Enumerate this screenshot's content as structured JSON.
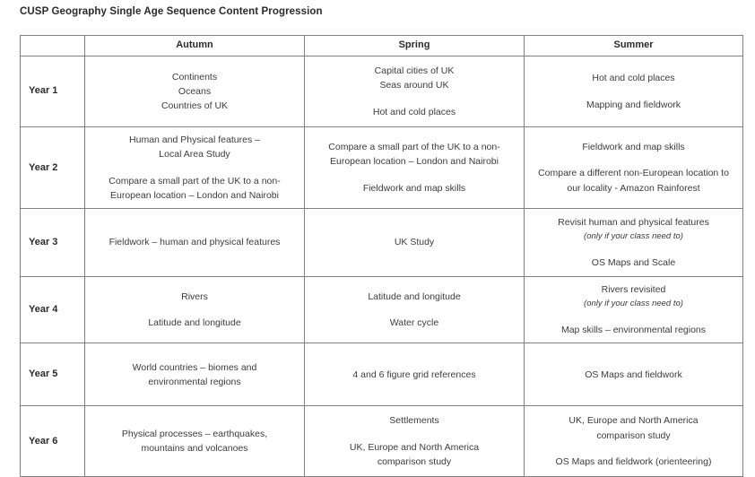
{
  "document": {
    "title": "CUSP Geography Single Age Sequence Content Progression"
  },
  "table": {
    "headers": {
      "year": "",
      "autumn": "Autumn",
      "spring": "Spring",
      "summer": "Summer"
    },
    "rows": [
      {
        "year": "Year 1",
        "autumn": [
          {
            "lines": [
              "Continents",
              "Oceans",
              "Countries of UK"
            ]
          }
        ],
        "spring": [
          {
            "lines": [
              "Capital cities of UK",
              "Seas around UK"
            ]
          },
          {
            "lines": [
              "Hot and cold places"
            ]
          }
        ],
        "summer": [
          {
            "lines": [
              "Hot and cold places"
            ]
          },
          {
            "lines": [
              "Mapping and fieldwork"
            ]
          }
        ]
      },
      {
        "year": "Year 2",
        "autumn": [
          {
            "lines": [
              "Human and Physical features –",
              "Local Area Study"
            ]
          },
          {
            "lines": [
              "Compare a small part of the UK to a non-",
              "European location – London and Nairobi"
            ]
          }
        ],
        "spring": [
          {
            "lines": [
              "Compare a small part of the UK to a non-",
              "European location – London and Nairobi"
            ]
          },
          {
            "lines": [
              "Fieldwork and map skills"
            ]
          }
        ],
        "summer": [
          {
            "lines": [
              "Fieldwork and map skills"
            ]
          },
          {
            "lines": [
              "Compare a different non-European location to",
              "our locality - Amazon Rainforest"
            ]
          }
        ]
      },
      {
        "year": "Year 3",
        "autumn": [
          {
            "lines": [
              "Fieldwork – human and physical features"
            ]
          }
        ],
        "spring": [
          {
            "lines": [
              "UK Study"
            ]
          }
        ],
        "summer": [
          {
            "lines": [
              "Revisit human and physical features"
            ],
            "note": "(only if your class need to)"
          },
          {
            "lines": [
              "OS Maps and Scale"
            ]
          }
        ]
      },
      {
        "year": "Year 4",
        "autumn": [
          {
            "lines": [
              "Rivers"
            ]
          },
          {
            "lines": [
              "Latitude and longitude"
            ]
          }
        ],
        "spring": [
          {
            "lines": [
              "Latitude and longitude"
            ]
          },
          {
            "lines": [
              "Water cycle"
            ]
          }
        ],
        "summer": [
          {
            "lines": [
              "Rivers revisited"
            ],
            "note": "(only if your class need to)"
          },
          {
            "lines": [
              "Map skills – environmental regions"
            ]
          }
        ]
      },
      {
        "year": "Year 5",
        "autumn": [
          {
            "lines": [
              "World countries – biomes and",
              "environmental regions"
            ]
          }
        ],
        "spring": [
          {
            "lines": [
              "4 and 6 figure grid references"
            ]
          }
        ],
        "summer": [
          {
            "lines": [
              "OS Maps and fieldwork"
            ]
          }
        ]
      },
      {
        "year": "Year 6",
        "autumn": [
          {
            "lines": [
              "Physical processes – earthquakes,",
              "mountains and volcanoes"
            ]
          }
        ],
        "spring": [
          {
            "lines": [
              "Settlements"
            ]
          },
          {
            "lines": [
              "UK, Europe and North America",
              "comparison study"
            ]
          }
        ],
        "summer": [
          {
            "lines": [
              "UK, Europe and North America",
              "comparison study"
            ]
          },
          {
            "lines": [
              "OS Maps and fieldwork (orienteering)"
            ]
          }
        ]
      }
    ]
  },
  "colors": {
    "border": "#808080",
    "text": "#3c3c3c",
    "heading": "#2b2b2b",
    "background": "#ffffff"
  }
}
